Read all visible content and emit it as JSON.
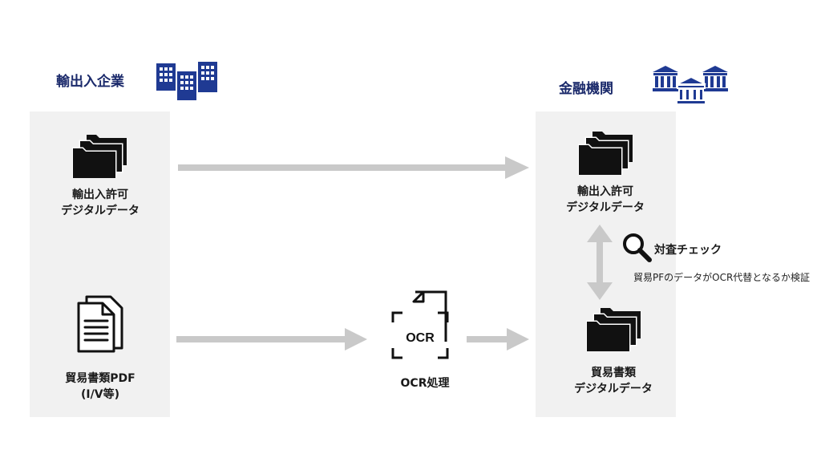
{
  "exporter": {
    "heading": "輸出入企業",
    "items": {
      "license": {
        "line1": "輸出入許可",
        "line2": "デジタルデータ"
      },
      "trade_pdf": {
        "line1": "貿易書類PDF",
        "line2": "(I/V等)"
      }
    }
  },
  "ocr": {
    "icon_text": "OCR",
    "label": "OCR処理"
  },
  "bank": {
    "heading": "金融機関",
    "items": {
      "license": {
        "line1": "輸出入許可",
        "line2": "デジタルデータ"
      },
      "trade_data": {
        "line1": "貿易書類",
        "line2": "デジタルデータ"
      }
    }
  },
  "check": {
    "title": "対査チェック",
    "note": "貿易PFのデータがOCR代替となるか検証"
  },
  "colors": {
    "heading": "#1b2a6b",
    "icon_navy": "#1f3a93",
    "arrow": "#c9c9c9",
    "panel": "#f1f1f1"
  }
}
